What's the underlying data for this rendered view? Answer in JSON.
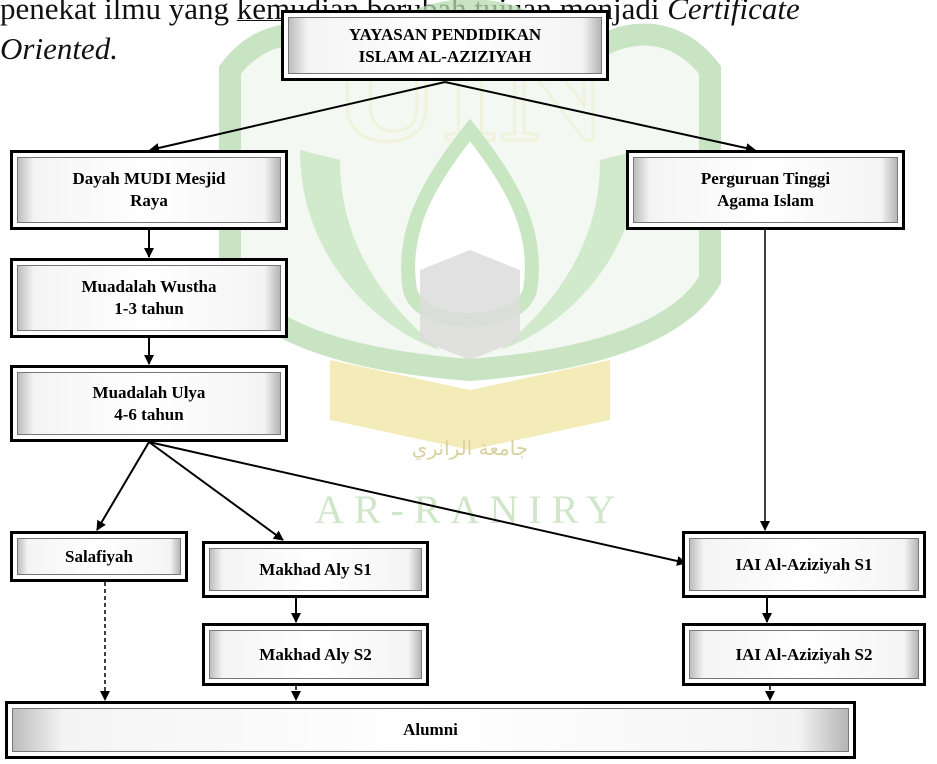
{
  "intro": {
    "line1_a": "penekat",
    "line1_b": "ilmu",
    "line1_c": "yang",
    "line1_d": "kemudian berubah tujuan",
    "line1_e": "menjadi",
    "line1_f": "Certificate",
    "line2": "Oriented."
  },
  "watermark": {
    "emblem": "UIN",
    "arabic_text": "جامعة الرانري",
    "band_text": "AR-RANIRY",
    "colors": {
      "green": "#b7dcb0",
      "yellow": "#efe6a0"
    }
  },
  "nodes": {
    "yayasan": [
      "YAYASAN PENDIDIKAN",
      "ISLAM AL-AZIZIYAH"
    ],
    "dayah": [
      "Dayah MUDI Mesjid",
      "Raya"
    ],
    "pt": [
      "Perguruan Tinggi",
      "Agama Islam"
    ],
    "wustha": [
      "Muadalah Wustha",
      "1-3 tahun"
    ],
    "ulya": [
      "Muadalah Ulya",
      "4-6 tahun"
    ],
    "salafiyah": [
      "Salafiyah"
    ],
    "makhad_s1": [
      "Makhad Aly S1"
    ],
    "iai_s1": [
      "IAI Al-Aziziyah S1"
    ],
    "makhad_s2": [
      "Makhad Aly S2"
    ],
    "iai_s2": [
      "IAI Al-Aziziyah S2"
    ],
    "alumni": [
      "Alumni"
    ]
  }
}
